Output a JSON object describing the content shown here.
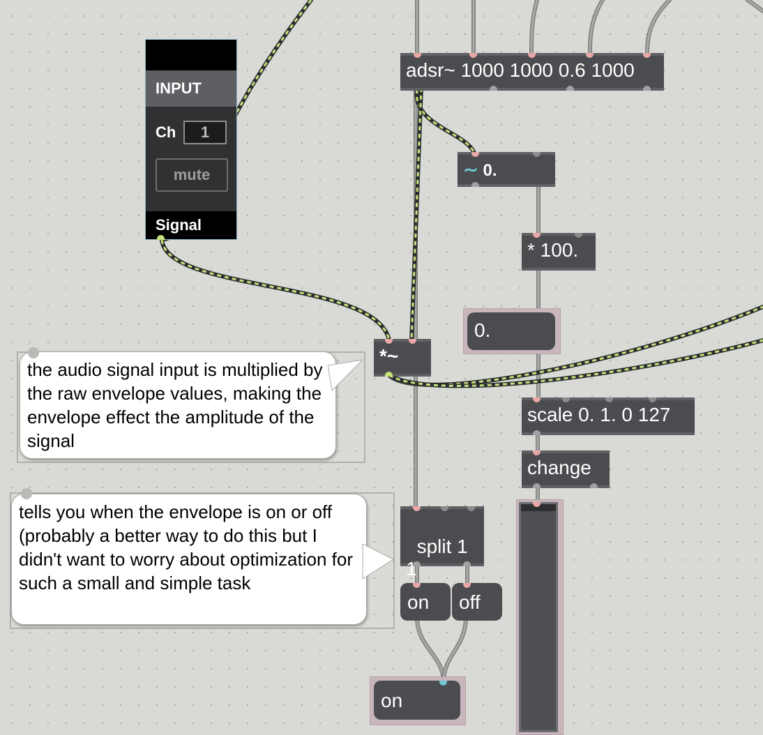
{
  "input_panel": {
    "title": "INPUT",
    "ch_label": "Ch",
    "channel": "1",
    "mute_label": "mute",
    "signal_label": "Signal"
  },
  "objects": {
    "adsr": "adsr~ 1000 1000 0.6 1000",
    "snapshot_value": "0.",
    "multiply100": "* 100.",
    "signal_multiply": "*~",
    "scale": "scale 0. 1. 0 127",
    "change": "change",
    "split": "split 1\n1"
  },
  "messages": {
    "number_display": "0.",
    "on": "on",
    "off": "off",
    "state_display": "on"
  },
  "comments": {
    "multiply_note": "the audio signal input is multiplied by the raw envelope values, making the envelope effect the amplitude of the signal",
    "onoff_note": "tells you when the envelope is on or off (probably a better way to do this but I didn't want to worry about optimization for such a small and simple task"
  },
  "colors": {
    "canvas": "#d9dad5",
    "object": "#4a4c4f",
    "signal_wire": "#c6e27b",
    "control_wire": "#9d9e9c",
    "inlet": "#e9a7a7",
    "snapshot_icon": "#6fc7d9"
  },
  "icons": {
    "snapshot": "tilde-wave-icon"
  }
}
